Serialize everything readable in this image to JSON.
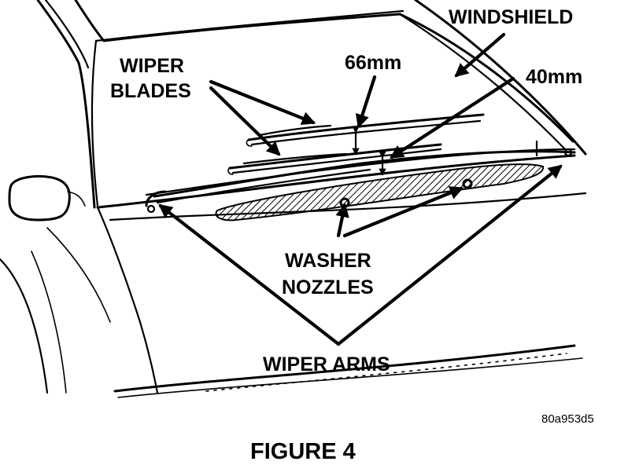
{
  "labels": {
    "windshield": "WINDSHIELD",
    "wiper_blades_line1": "WIPER",
    "wiper_blades_line2": "BLADES",
    "dim_66": "66mm",
    "dim_40": "40mm",
    "washer_nozzles_line1": "WASHER",
    "washer_nozzles_line2": "NOZZLES",
    "wiper_arms": "WIPER ARMS"
  },
  "figure_code": "80a953d5",
  "caption": "FIGURE 4",
  "colors": {
    "ink": "#000000",
    "background": "#ffffff"
  }
}
